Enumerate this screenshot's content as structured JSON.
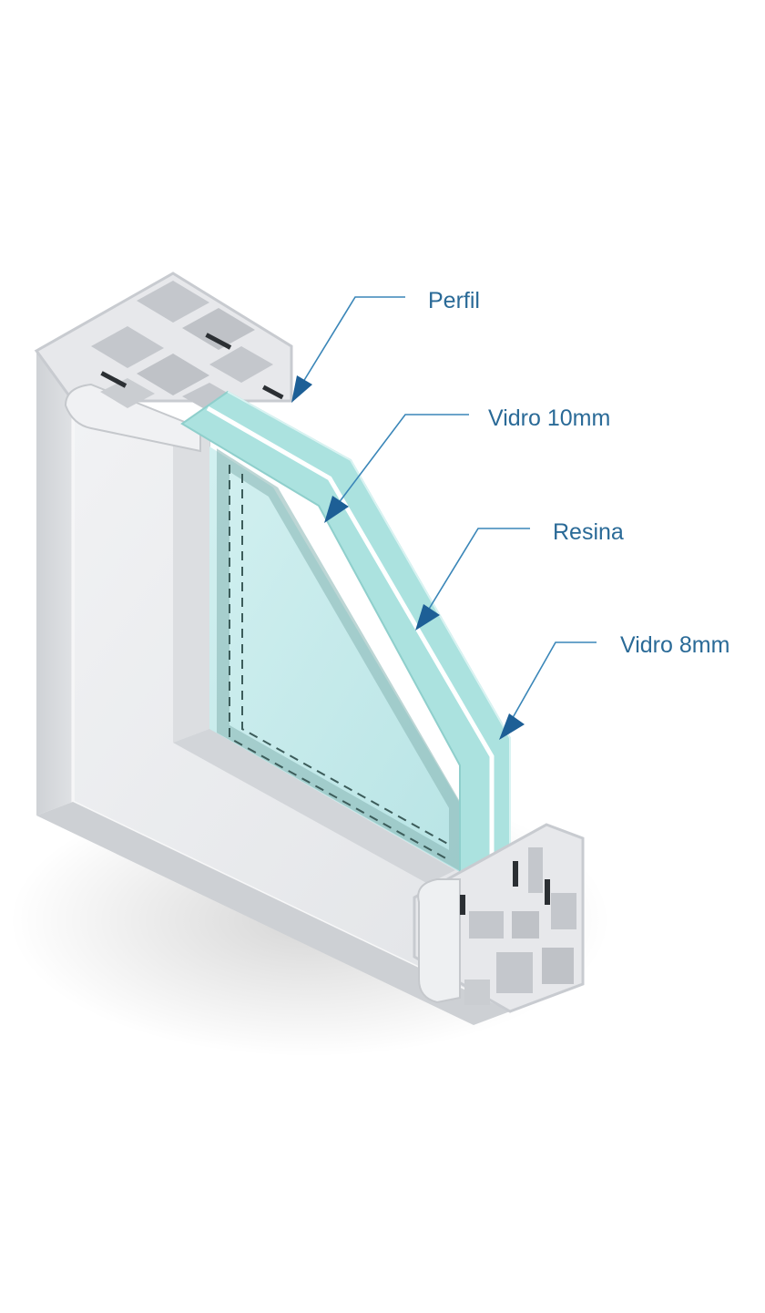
{
  "colors": {
    "label_text": "#2a6a97",
    "leader_line": "#3a86b8",
    "arrow": "#1d5f96",
    "frame_front": "#eaebee",
    "frame_side": "#d6d8dc",
    "frame_cavity": "#c4c7cc",
    "glass_edge": "#a9e1de",
    "glass_pane": "#c6ebec",
    "resin_line": "#ffffff",
    "spacer": "#7fa6a3"
  },
  "callouts": [
    {
      "id": "perfil",
      "label": "Perfil"
    },
    {
      "id": "vidro-10mm",
      "label": "Vidro 10mm"
    },
    {
      "id": "resina",
      "label": "Resina"
    },
    {
      "id": "vidro-8mm",
      "label": "Vidro 8mm"
    }
  ]
}
